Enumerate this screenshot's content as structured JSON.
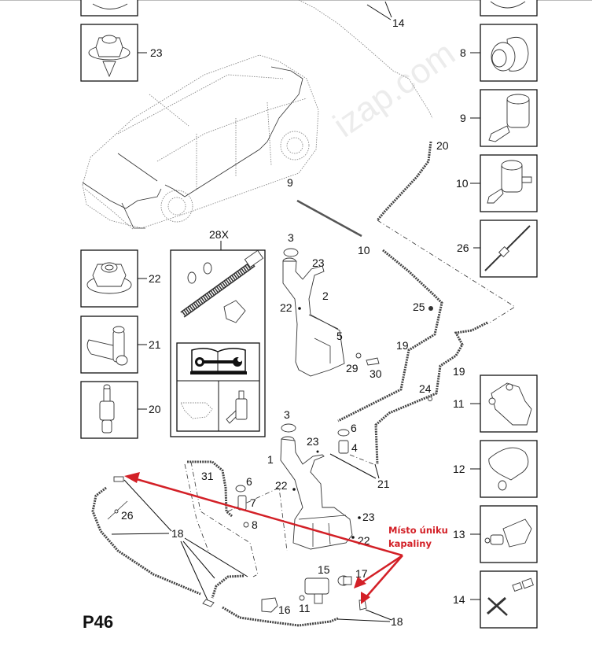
{
  "diagram": {
    "page_code": "P46",
    "watermark": "izap.com",
    "annotation": {
      "line1": "Místo úniku",
      "line2": "kapaliny",
      "color": "#d32027"
    },
    "left_column_parts": [
      {
        "number": "23",
        "icon": "self-tapping-screw-icon"
      },
      {
        "number": "22",
        "icon": "flange-nut-icon"
      },
      {
        "number": "21",
        "icon": "t-connector-icon"
      },
      {
        "number": "20",
        "icon": "hose-connector-icon"
      }
    ],
    "right_column_parts": [
      {
        "number": "8",
        "icon": "grommet-icon"
      },
      {
        "number": "9",
        "icon": "washer-pump-icon"
      },
      {
        "number": "10",
        "icon": "washer-pump-icon"
      },
      {
        "number": "26",
        "icon": "cable-tie-icon"
      },
      {
        "number": "11",
        "icon": "headlamp-washer-pump-icon"
      },
      {
        "number": "12",
        "icon": "washer-nozzle-icon"
      },
      {
        "number": "13",
        "icon": "headlamp-nozzle-icon"
      },
      {
        "number": "14",
        "icon": "nozzle-jet-icon"
      }
    ],
    "kit": {
      "number": "28X"
    },
    "callouts": {
      "c14": "14",
      "c20": "20",
      "c9": "9",
      "c10": "10",
      "c3a": "3",
      "c23a": "23",
      "c2": "2",
      "c22a": "22",
      "c5": "5",
      "c29": "29",
      "c30": "30",
      "c25": "25",
      "c19a": "19",
      "c19b": "19",
      "c24": "24",
      "c3b": "3",
      "c23b": "23",
      "c6a": "6",
      "c4": "4",
      "c1": "1",
      "c21": "21",
      "c31": "31",
      "c6b": "6",
      "c7": "7",
      "c22b": "22",
      "c26": "26",
      "c8": "8",
      "c18a": "18",
      "c23c": "23",
      "c22c": "22",
      "c15": "15",
      "c17": "17",
      "c16": "16",
      "c11": "11",
      "c18b": "18"
    }
  }
}
